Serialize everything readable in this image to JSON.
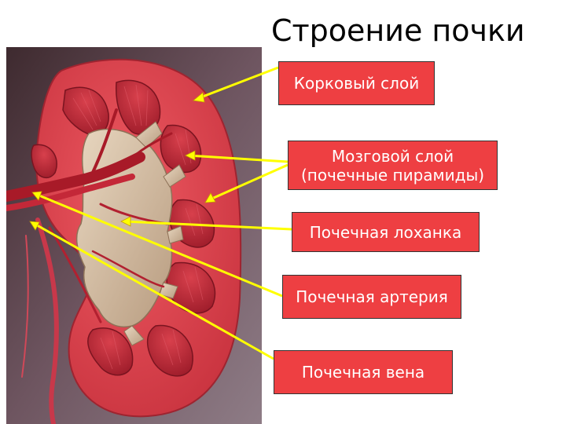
{
  "title": "Строение почки",
  "labels": {
    "cortex": "Корковый слой",
    "medulla_line1": "Мозговой слой",
    "medulla_line2": "(почечные пирамиды)",
    "pelvis": "Почечная лоханка",
    "artery": "Почечная артерия",
    "vein": "Почечная вена"
  },
  "colors": {
    "label_fill": "#ee3f42",
    "pointer": "#ffff00",
    "cortex": "#e0444f",
    "pyramid": "#b8202f",
    "pelvis": "#d8c3a8",
    "background": "#5a4148"
  },
  "image": {
    "subject": "kidney-cross-section-illustration"
  }
}
